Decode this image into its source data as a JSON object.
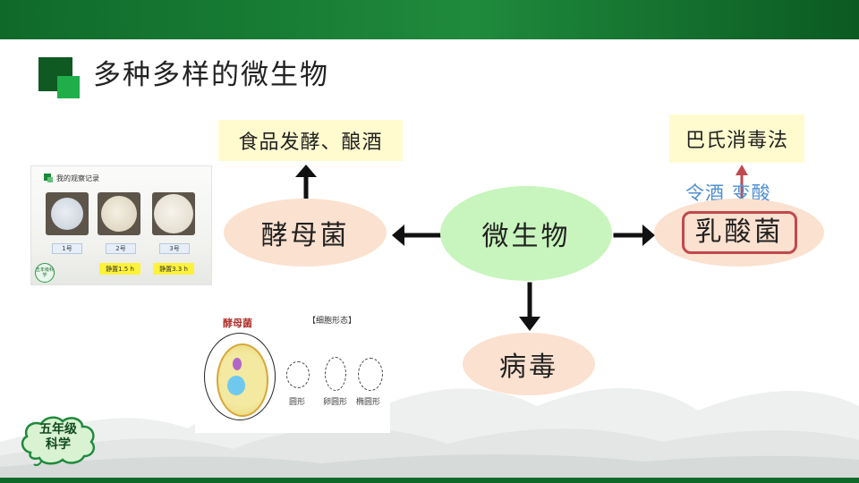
{
  "title": "多种多样的微生物",
  "diagram": {
    "center": "微生物",
    "left": "酵母菌",
    "left_use": "食品发酵、酿酒",
    "right": "乳酸菌",
    "right_effect": "令酒 变酸",
    "right_method": "巴氏消毒法",
    "bottom": "病毒"
  },
  "observation": {
    "title": "我的观察记录",
    "samples": [
      {
        "label": "1号",
        "tag": ""
      },
      {
        "label": "2号",
        "tag": "静置1.5 h"
      },
      {
        "label": "3号",
        "tag": "静置3.3 h"
      }
    ],
    "logo": "五年级科学"
  },
  "cell_figure": {
    "title": "酵母菌",
    "shape_title": "【细胞形态】",
    "shapes": [
      "圆形",
      "卵圆形",
      "椭圆形"
    ]
  },
  "badge": {
    "line1": "五年级",
    "line2": "科学"
  },
  "colors": {
    "header_green": "#0f6a2a",
    "accent_green": "#1fae4a",
    "note_box": "#fffbcf",
    "organism_ellipse": "#fbe1cf",
    "center_ellipse": "#c8f5bd",
    "highlight_frame": "#c0494d",
    "effect_arrow": "#c0494d",
    "effect_text": "#4f8fd1"
  }
}
